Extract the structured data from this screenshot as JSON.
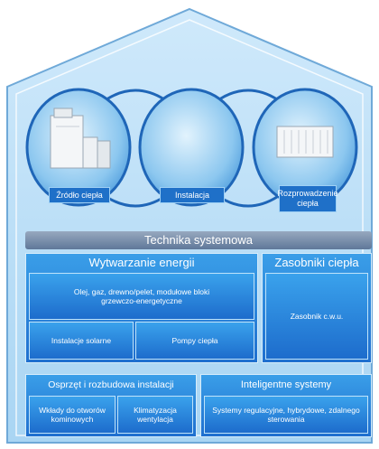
{
  "circles": [
    {
      "label": "Źródło ciepła"
    },
    {
      "label": "Instalacja"
    },
    {
      "label": "Rozprowadzenie ciepła"
    }
  ],
  "banner": {
    "title": "Technika systemowa"
  },
  "energy": {
    "title": "Wytwarzanie energii",
    "main": "Olej, gaz, drewno/pelet, modułowe bloki grzewczo-energetyczne",
    "solar": "Instalacje solarne",
    "pumps": "Pompy ciepła"
  },
  "storage": {
    "title": "Zasobniki ciepła",
    "item": "Zasobnik c.w.u."
  },
  "fittings": {
    "title": "Osprzęt i rozbudowa instalacji",
    "chimney": "Wkłady do otworów kominowych",
    "aircon": "Klimatyzacja wentylacja"
  },
  "smart": {
    "title": "Inteligentne systemy",
    "item": "Systemy regulacyjne, hybrydowe, zdalnego sterowania"
  },
  "colors": {
    "sky": "#b9def6",
    "blue": "#1f70c8",
    "banner": "#6e85a3"
  }
}
